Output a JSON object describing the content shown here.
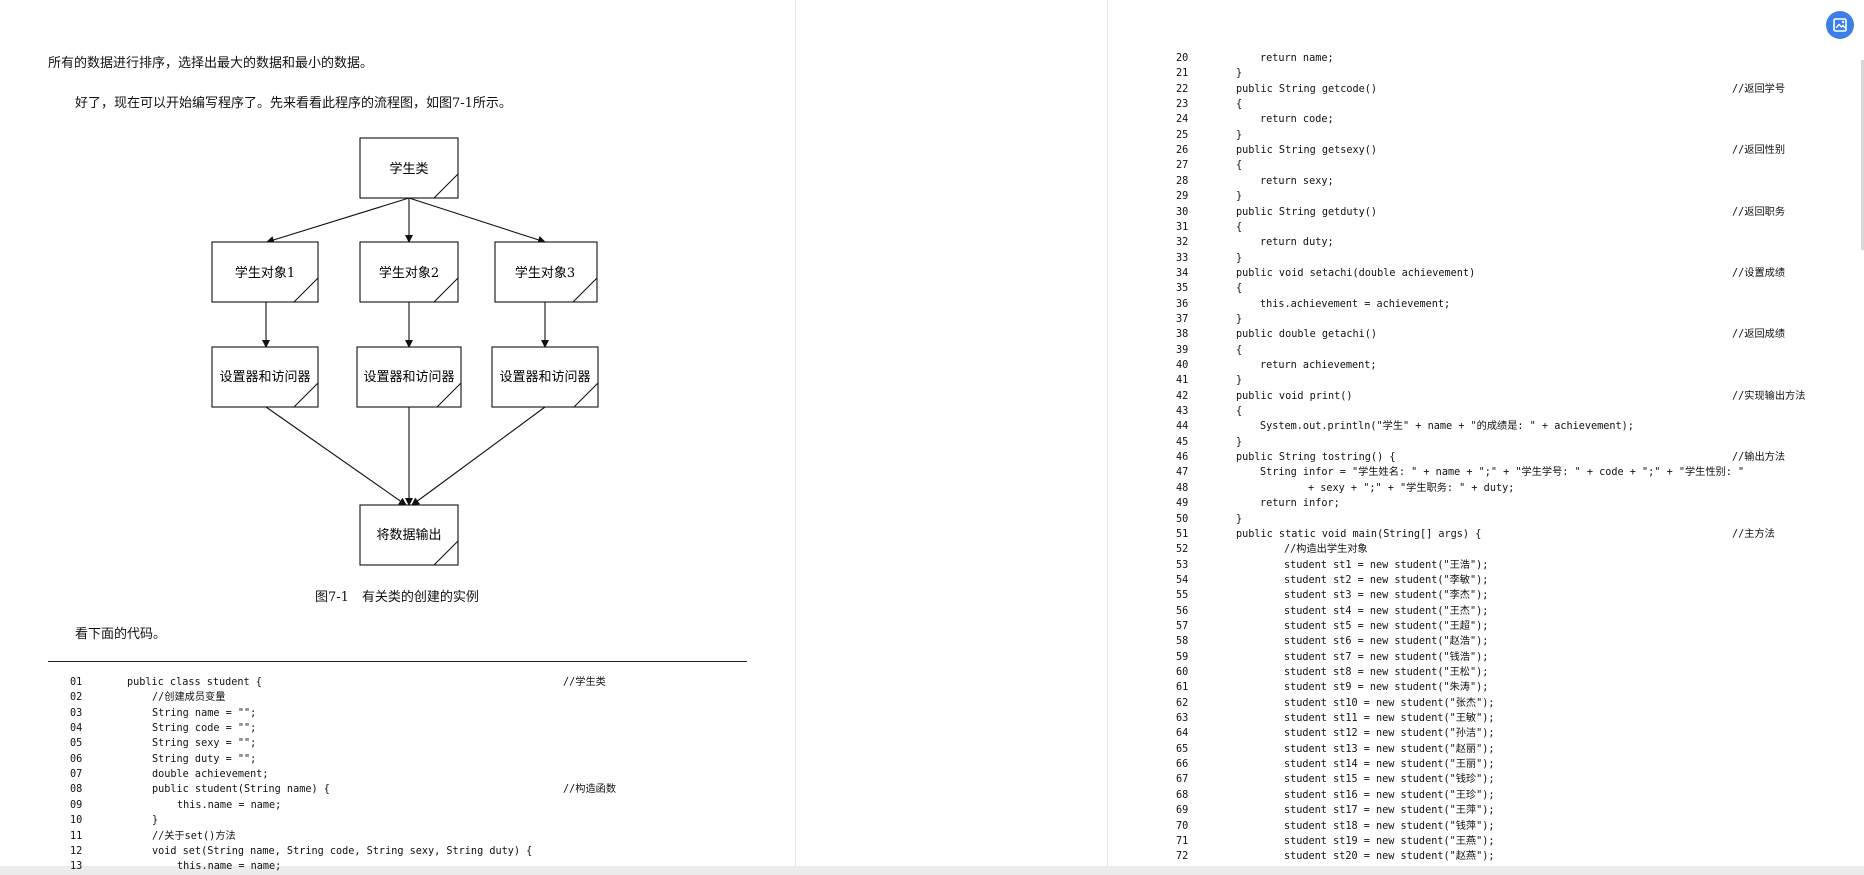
{
  "left_page": {
    "para1": "所有的数据进行排序，选择出最大的数据和最小的数据。",
    "para2": "好了，现在可以开始编写程序了。先来看看此程序的流程图，如图7-1所示。",
    "figure": {
      "top": "学生类",
      "objects": [
        "学生对象1",
        "学生对象2",
        "学生对象3"
      ],
      "accessors": [
        "设置器和访问器",
        "设置器和访问器",
        "设置器和访问器"
      ],
      "bottom": "将数据输出",
      "caption": "图7-1　有关类的创建的实例"
    },
    "para3": "看下面的代码。",
    "code": [
      {
        "n": "01",
        "t": "public class student {",
        "c": "//学生类",
        "i": 0
      },
      {
        "n": "02",
        "t": "//创建成员变量",
        "c": "",
        "i": 1
      },
      {
        "n": "03",
        "t": "String name = \"\";",
        "c": "",
        "i": 1
      },
      {
        "n": "04",
        "t": "String code = \"\";",
        "c": "",
        "i": 1
      },
      {
        "n": "05",
        "t": "String sexy = \"\";",
        "c": "",
        "i": 1
      },
      {
        "n": "06",
        "t": "String duty = \"\";",
        "c": "",
        "i": 1
      },
      {
        "n": "07",
        "t": "double achievement;",
        "c": "",
        "i": 1
      },
      {
        "n": "08",
        "t": "public student(String name) {",
        "c": "//构造函数",
        "i": 1
      },
      {
        "n": "09",
        "t": "this.name = name;",
        "c": "",
        "i": 2
      },
      {
        "n": "10",
        "t": "}",
        "c": "",
        "i": 1
      },
      {
        "n": "11",
        "t": "//关于set()方法",
        "c": "",
        "i": 1
      },
      {
        "n": "12",
        "t": "void set(String name, String code, String sexy, String duty) {",
        "c": "",
        "i": 1
      },
      {
        "n": "13",
        "t": "this.name = name;",
        "c": "",
        "i": 2
      }
    ]
  },
  "right_page": {
    "code": [
      {
        "n": "20",
        "t": "return name;",
        "c": "",
        "i": 2
      },
      {
        "n": "21",
        "t": "}",
        "c": "",
        "i": 1
      },
      {
        "n": "22",
        "t": "public String getcode()",
        "c": "//返回学号",
        "i": 1
      },
      {
        "n": "23",
        "t": "{",
        "c": "",
        "i": 1
      },
      {
        "n": "24",
        "t": "return code;",
        "c": "",
        "i": 2
      },
      {
        "n": "25",
        "t": "}",
        "c": "",
        "i": 1
      },
      {
        "n": "26",
        "t": "public String getsexy()",
        "c": "//返回性别",
        "i": 1
      },
      {
        "n": "27",
        "t": "{",
        "c": "",
        "i": 1
      },
      {
        "n": "28",
        "t": "return sexy;",
        "c": "",
        "i": 2
      },
      {
        "n": "29",
        "t": "}",
        "c": "",
        "i": 1
      },
      {
        "n": "30",
        "t": "public String getduty()",
        "c": "//返回职务",
        "i": 1
      },
      {
        "n": "31",
        "t": "{",
        "c": "",
        "i": 1
      },
      {
        "n": "32",
        "t": "return duty;",
        "c": "",
        "i": 2
      },
      {
        "n": "33",
        "t": "}",
        "c": "",
        "i": 1
      },
      {
        "n": "34",
        "t": "public void setachi(double achievement)",
        "c": "//设置成绩",
        "i": 1
      },
      {
        "n": "35",
        "t": "{",
        "c": "",
        "i": 1
      },
      {
        "n": "36",
        "t": "this.achievement = achievement;",
        "c": "",
        "i": 2
      },
      {
        "n": "37",
        "t": "}",
        "c": "",
        "i": 1
      },
      {
        "n": "38",
        "t": "public double getachi()",
        "c": "//返回成绩",
        "i": 1
      },
      {
        "n": "39",
        "t": "{",
        "c": "",
        "i": 1
      },
      {
        "n": "40",
        "t": "return achievement;",
        "c": "",
        "i": 2
      },
      {
        "n": "41",
        "t": "}",
        "c": "",
        "i": 1
      },
      {
        "n": "42",
        "t": "public void print()",
        "c": "//实现输出方法",
        "i": 1
      },
      {
        "n": "43",
        "t": "{",
        "c": "",
        "i": 1
      },
      {
        "n": "44",
        "t": "System.out.println(\"学生\" + name + \"的成绩是: \" + achievement);",
        "c": "",
        "i": 2
      },
      {
        "n": "45",
        "t": "}",
        "c": "",
        "i": 1
      },
      {
        "n": "46",
        "t": "public String tostring() {",
        "c": "//输出方法",
        "i": 1
      },
      {
        "n": "47",
        "t": "String infor = \"学生姓名: \" + name + \";\" + \"学生学号: \" + code + \";\" + \"学生性别: \"",
        "c": "",
        "i": 2
      },
      {
        "n": "48",
        "t": "+ sexy + \";\" + \"学生职务: \" + duty;",
        "c": "",
        "i": 4
      },
      {
        "n": "49",
        "t": "return infor;",
        "c": "",
        "i": 2
      },
      {
        "n": "50",
        "t": "}",
        "c": "",
        "i": 1
      },
      {
        "n": "51",
        "t": "public static void main(String[] args) {",
        "c": "//主方法",
        "i": 1
      },
      {
        "n": "52",
        "t": "//构造出学生对象",
        "c": "",
        "i": 3
      },
      {
        "n": "53",
        "t": "student st1 = new student(\"王浩\");",
        "c": "",
        "i": 3
      },
      {
        "n": "54",
        "t": "student st2 = new student(\"李敏\");",
        "c": "",
        "i": 3
      },
      {
        "n": "55",
        "t": "student st3 = new student(\"李杰\");",
        "c": "",
        "i": 3
      },
      {
        "n": "56",
        "t": "student st4 = new student(\"王杰\");",
        "c": "",
        "i": 3
      },
      {
        "n": "57",
        "t": "student st5 = new student(\"王超\");",
        "c": "",
        "i": 3
      },
      {
        "n": "58",
        "t": "student st6 = new student(\"赵浩\");",
        "c": "",
        "i": 3
      },
      {
        "n": "59",
        "t": "student st7 = new student(\"钱浩\");",
        "c": "",
        "i": 3
      },
      {
        "n": "60",
        "t": "student st8 = new student(\"王松\");",
        "c": "",
        "i": 3
      },
      {
        "n": "61",
        "t": "student st9 = new student(\"朱涛\");",
        "c": "",
        "i": 3
      },
      {
        "n": "62",
        "t": "student st10 = new student(\"张杰\");",
        "c": "",
        "i": 3
      },
      {
        "n": "63",
        "t": "student st11 = new student(\"王敏\");",
        "c": "",
        "i": 3
      },
      {
        "n": "64",
        "t": "student st12 = new student(\"孙洁\");",
        "c": "",
        "i": 3
      },
      {
        "n": "65",
        "t": "student st13 = new student(\"赵丽\");",
        "c": "",
        "i": 3
      },
      {
        "n": "66",
        "t": "student st14 = new student(\"王丽\");",
        "c": "",
        "i": 3
      },
      {
        "n": "67",
        "t": "student st15 = new student(\"钱珍\");",
        "c": "",
        "i": 3
      },
      {
        "n": "68",
        "t": "student st16 = new student(\"王珍\");",
        "c": "",
        "i": 3
      },
      {
        "n": "69",
        "t": "student st17 = new student(\"王萍\");",
        "c": "",
        "i": 3
      },
      {
        "n": "70",
        "t": "student st18 = new student(\"钱萍\");",
        "c": "",
        "i": 3
      },
      {
        "n": "71",
        "t": "student st19 = new student(\"王燕\");",
        "c": "",
        "i": 3
      },
      {
        "n": "72",
        "t": "student st20 = new student(\"赵燕\");",
        "c": "",
        "i": 3
      }
    ]
  },
  "toolbar": {
    "icon": "image-edit-icon",
    "accent": "#3d7fe6"
  }
}
